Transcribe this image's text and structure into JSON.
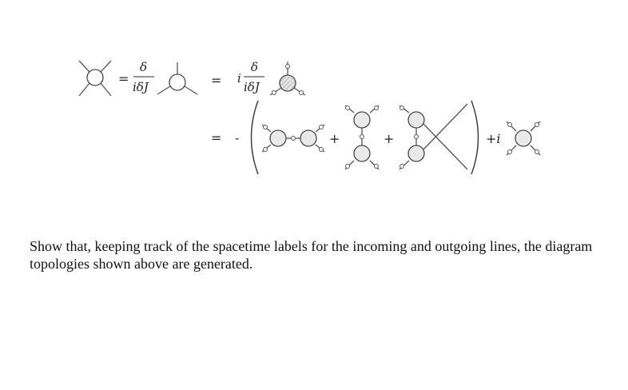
{
  "equation": {
    "delta_1": "δ",
    "idj_1": "iδJ",
    "eq_1": "=",
    "eq_2": "=",
    "i_1": "i",
    "delta_2": "δ",
    "idj_2": "iδJ",
    "eq_3": "=",
    "minus": "-",
    "plus_1": "+",
    "plus_2": "+",
    "plus_i": "+i"
  },
  "caption": {
    "text": "Show that, keeping track of the spacetime labels for the incoming and outgoing lines, the diagram topologies shown above are generated."
  }
}
